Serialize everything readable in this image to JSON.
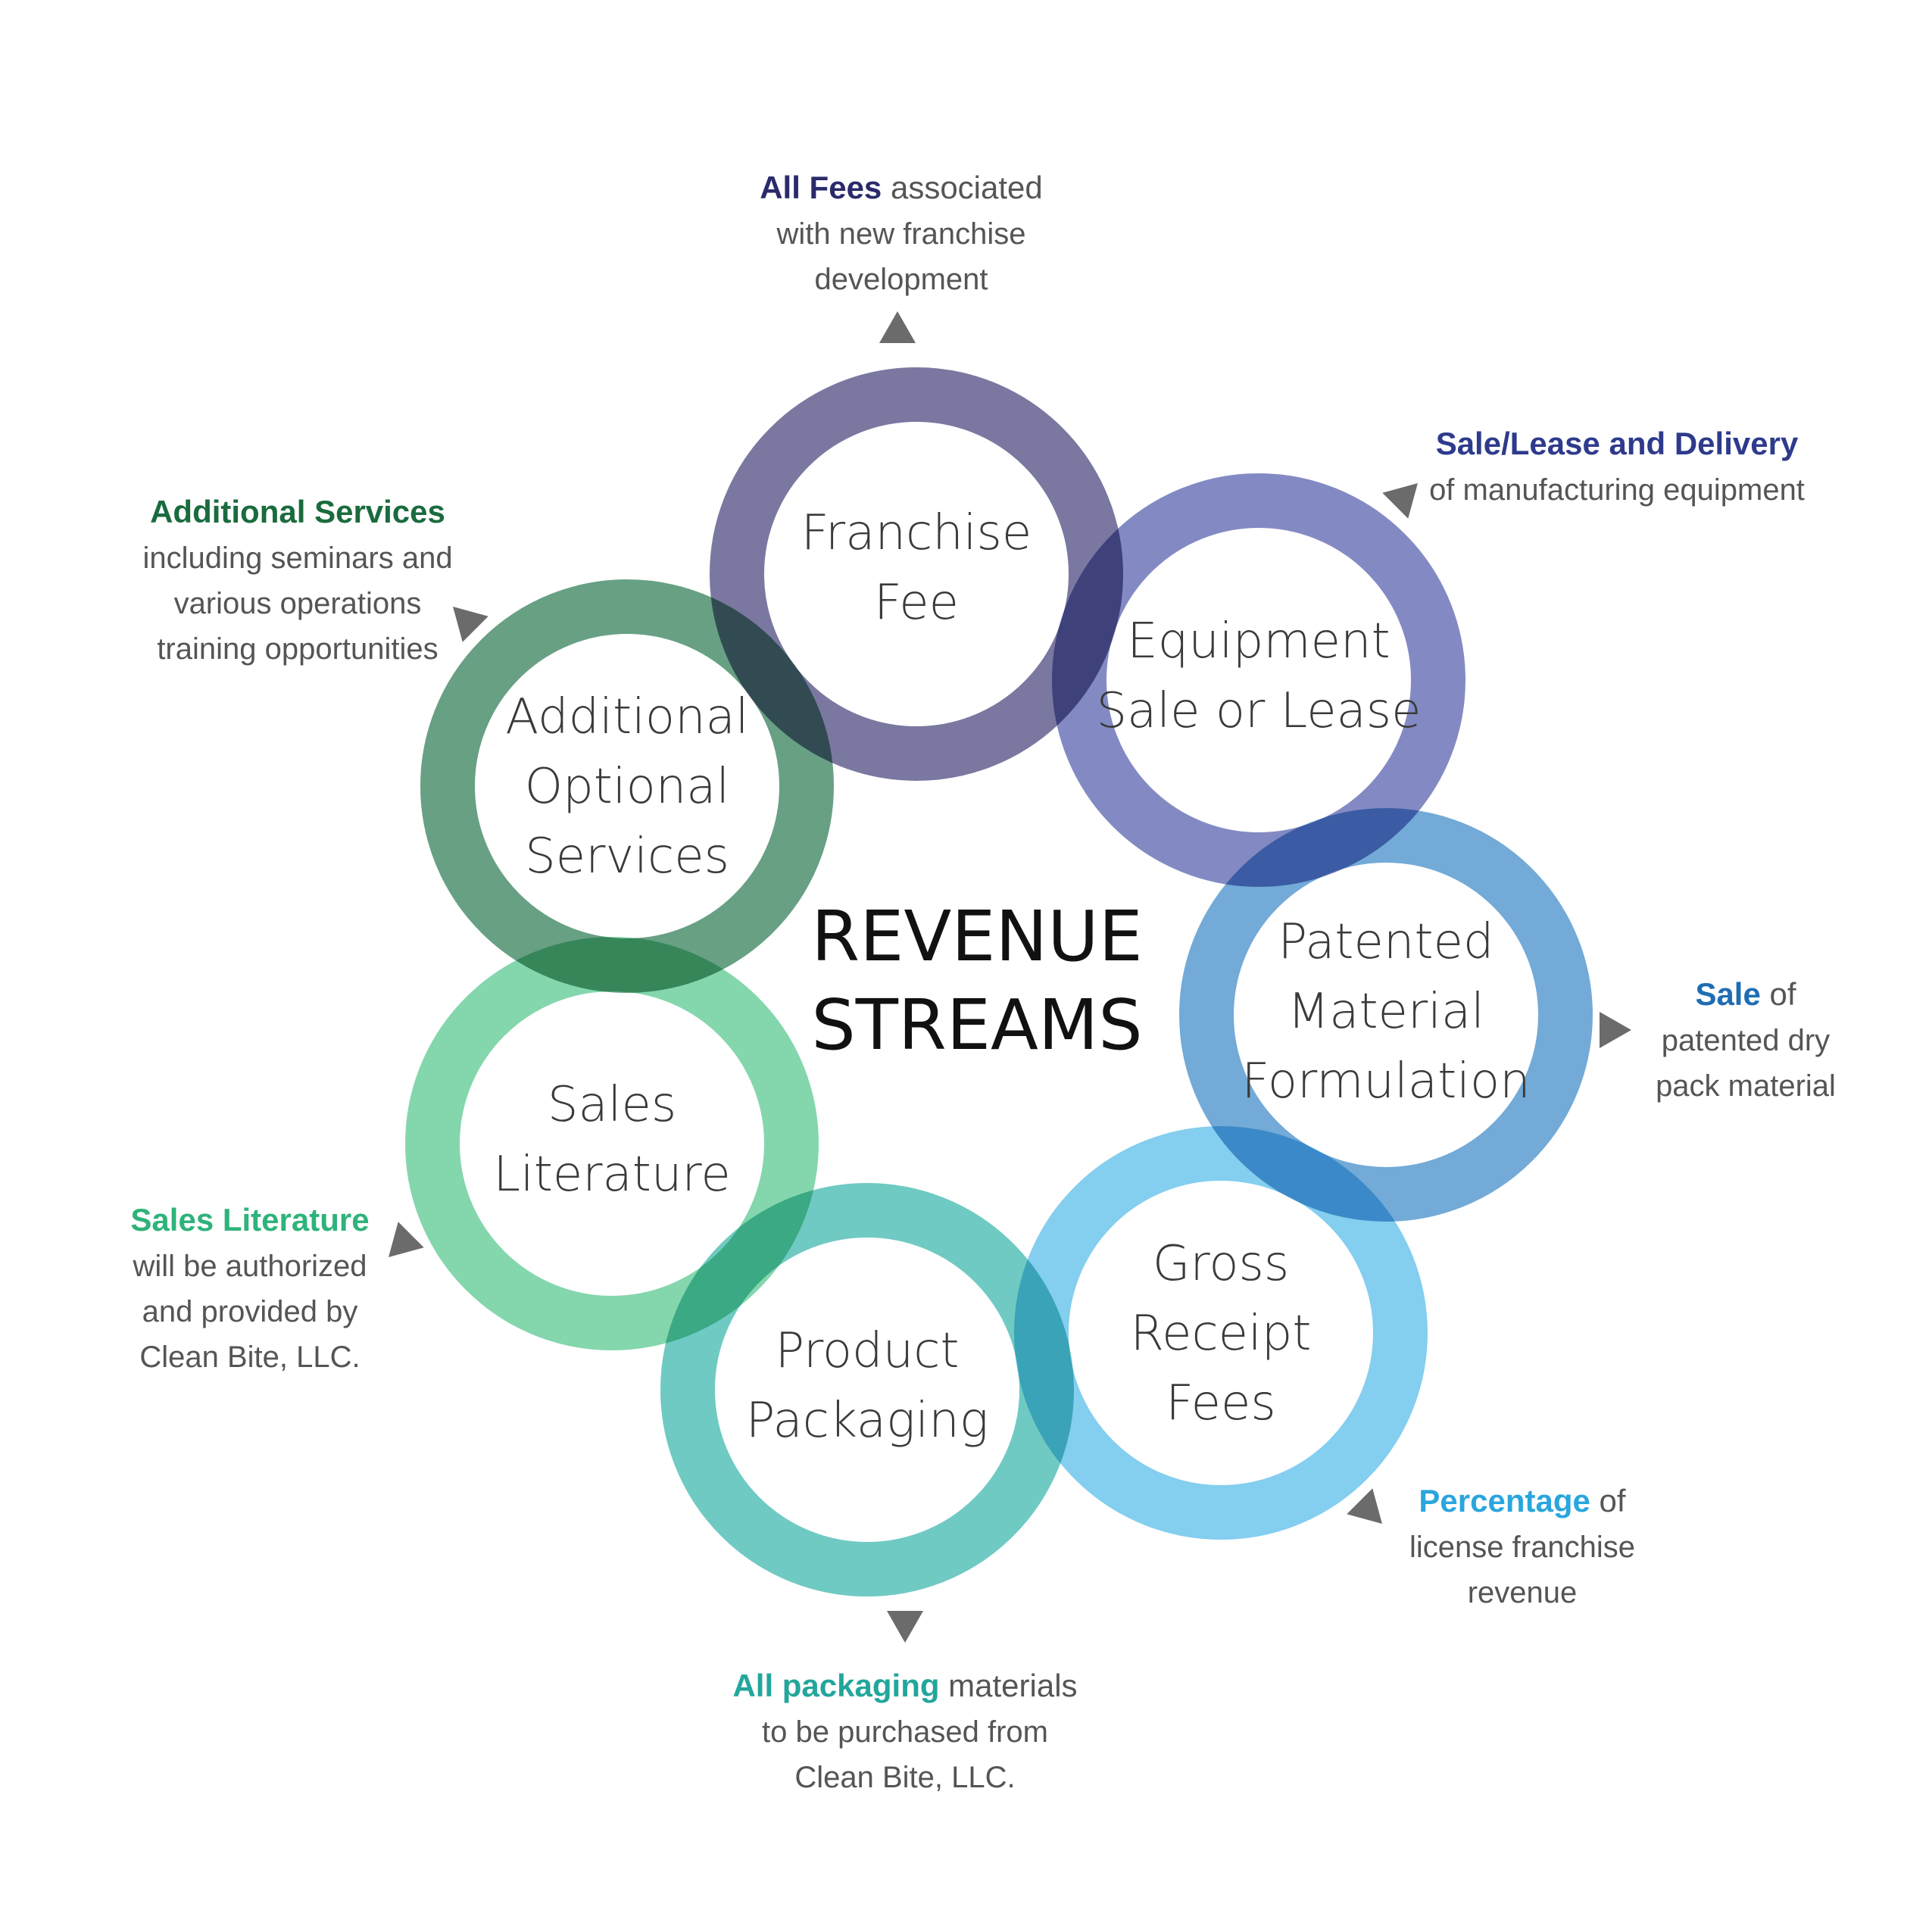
{
  "center": {
    "line1": "REVENUE",
    "line2": "STREAMS"
  },
  "streams": [
    {
      "id": "franchise-fee",
      "label_lines": [
        "Franchise",
        "Fee"
      ],
      "color": "#63608f",
      "note": {
        "strong": "All Fees",
        "rest": " associated",
        "lines": [
          "with new franchise",
          "development"
        ],
        "color": "#2a2a6b"
      }
    },
    {
      "id": "equipment",
      "label_lines": [
        "Equipment",
        "Sale or Lease"
      ],
      "color": "#6d76b8",
      "note": {
        "strong": "Sale/Lease and Delivery",
        "rest": "",
        "lines": [
          "of manufacturing equipment"
        ],
        "color": "#2e3a8c"
      }
    },
    {
      "id": "patented-material",
      "label_lines": [
        "Patented",
        "Material",
        "Formulation"
      ],
      "color": "#5b9bd0",
      "note": {
        "strong": "Sale",
        "rest": " of",
        "lines": [
          "patented dry",
          "pack material"
        ],
        "color": "#1f6db3"
      }
    },
    {
      "id": "gross-receipt",
      "label_lines": [
        "Gross",
        "Receipt",
        "Fees"
      ],
      "color": "#6ec6ec",
      "note": {
        "strong": "Percentage",
        "rest": " of",
        "lines": [
          "license franchise",
          "revenue"
        ],
        "color": "#2aa6dd"
      }
    },
    {
      "id": "product-packaging",
      "label_lines": [
        "Product",
        "Packaging"
      ],
      "color": "#56c1b9",
      "note": {
        "strong": "All packaging",
        "rest": " materials",
        "lines": [
          "to be purchased from",
          "Clean Bite, LLC."
        ],
        "color": "#23a69c"
      }
    },
    {
      "id": "sales-literature",
      "label_lines": [
        "Sales",
        "Literature"
      ],
      "color": "#6ecf9f",
      "note": {
        "strong": "Sales Literature",
        "rest": "",
        "lines": [
          "will be authorized",
          "and provided by",
          "Clean Bite, LLC."
        ],
        "color": "#2eb37a"
      }
    },
    {
      "id": "additional-services",
      "label_lines": [
        "Additional",
        "Optional",
        "Services"
      ],
      "color": "#4d8f6f",
      "note": {
        "strong": "Additional Services",
        "rest": "",
        "lines": [
          "including seminars and",
          "various operations",
          "training opportunities"
        ],
        "color": "#1a6b3e"
      }
    }
  ]
}
